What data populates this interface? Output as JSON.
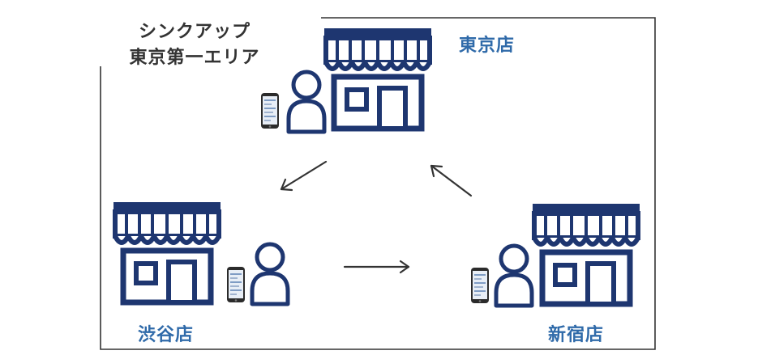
{
  "area": {
    "line1": "シンクアップ",
    "line2": "東京第一エリア"
  },
  "stores": [
    {
      "id": "tokyo",
      "label": "東京店"
    },
    {
      "id": "shibuya",
      "label": "渋谷店"
    },
    {
      "id": "shinjuku",
      "label": "新宿店"
    }
  ],
  "colors": {
    "store_navy": "#1e3670",
    "label_blue": "#2f6aa9",
    "frame": "#333333",
    "arrow": "#333333",
    "phone_screen": "#e8eef6"
  },
  "icons": [
    "store-icon",
    "person-icon",
    "smartphone-icon",
    "arrow-icon"
  ]
}
